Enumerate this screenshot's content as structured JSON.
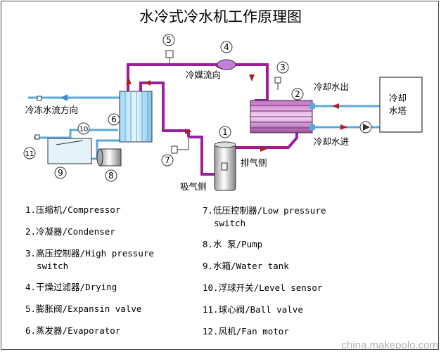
{
  "title": "水冷式冷水机工作原理图",
  "labels": {
    "refrigerant_flow": "冷媒流向",
    "chilled_water_flow": "冷冻水流方向",
    "cooling_water_out": "冷却水出",
    "cooling_water_in": "冷却水进",
    "cooling_tower": "冷却水塔",
    "discharge_side": "排气侧",
    "suction_side": "吸气侧"
  },
  "markers": [
    "1",
    "2",
    "3",
    "4",
    "5",
    "6",
    "7",
    "8",
    "9",
    "10",
    "11"
  ],
  "legend_left": [
    {
      "text": "1.压缩机/Compressor",
      "sub": ""
    },
    {
      "text": "2.冷凝器/Condenser",
      "sub": ""
    },
    {
      "text": "3.高压控制器/High pressure",
      "sub": "switch"
    },
    {
      "text": "4.干燥过滤器/Drying",
      "sub": ""
    },
    {
      "text": "5.膨胀阀/Expansin valve",
      "sub": ""
    },
    {
      "text": "6.蒸发器/Evaporator",
      "sub": ""
    }
  ],
  "legend_right": [
    {
      "text": "7.低压控制器/Low pressure",
      "sub": "switch"
    },
    {
      "text": "8.水 泵/Pump",
      "sub": ""
    },
    {
      "text": "9.水箱/Water tank",
      "sub": ""
    },
    {
      "text": "10.浮球开关/Level sensor",
      "sub": ""
    },
    {
      "text": "11.球心阀/Ball valve",
      "sub": ""
    },
    {
      "text": "12.风机/Fan motor",
      "sub": ""
    }
  ],
  "watermark": "china.makepolo.com",
  "colors": {
    "refrigerant_pipe": "#9c1e9c",
    "water_pipe": "#4aa0d8",
    "arrow_red": "#b02020",
    "arrow_blue": "#3a8ad0"
  }
}
